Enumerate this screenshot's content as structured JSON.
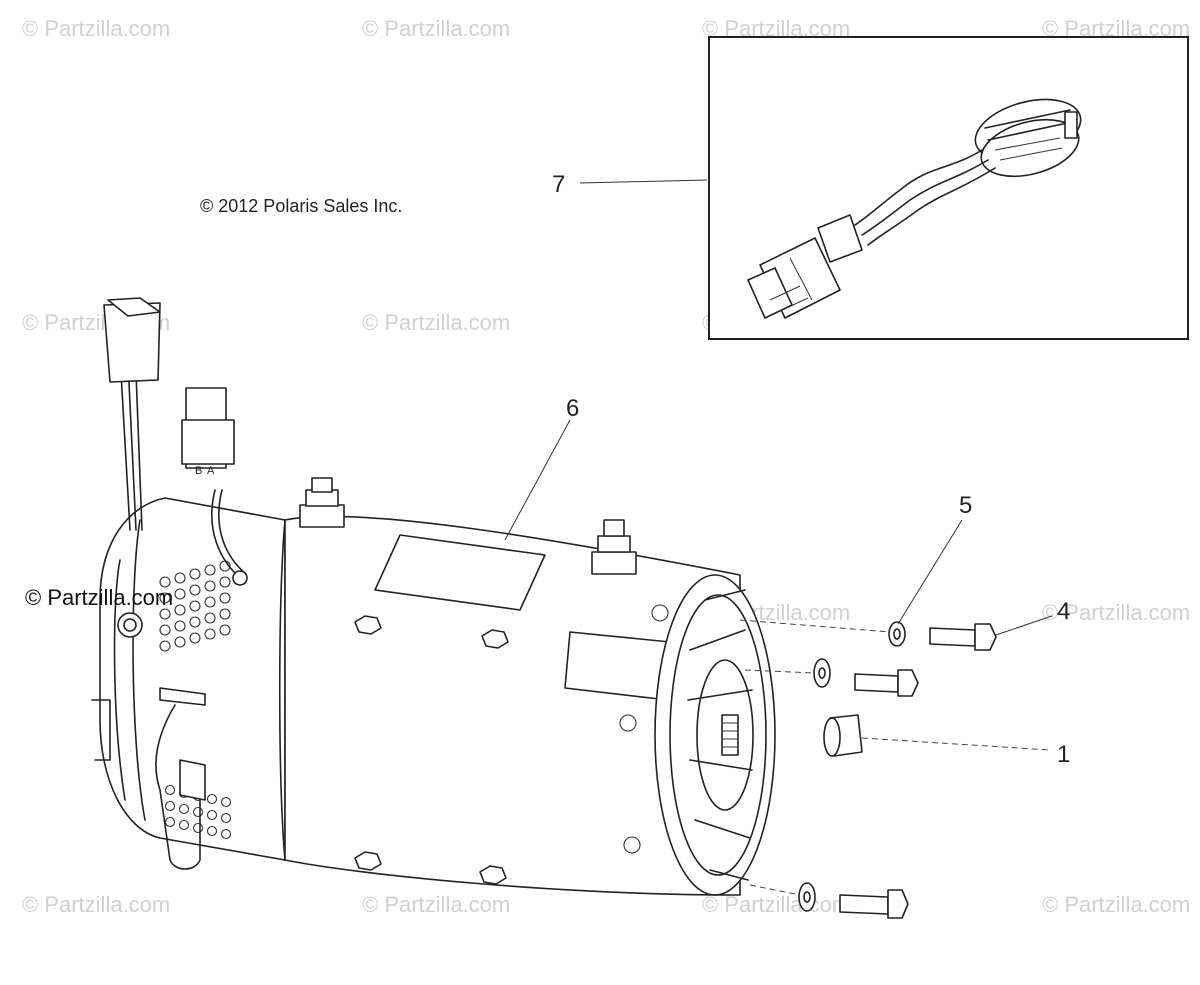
{
  "copyright_notice": "© 2012 Polaris Sales Inc.",
  "watermark_text": "© Partzilla.com",
  "callouts": {
    "c1": "1",
    "c4": "4",
    "c5": "5",
    "c6": "6",
    "c7": "7"
  },
  "connector_letters": {
    "left": "B",
    "right": "A"
  },
  "colors": {
    "line": "#222222",
    "watermark": "#d0d0d0",
    "background": "#ffffff"
  }
}
